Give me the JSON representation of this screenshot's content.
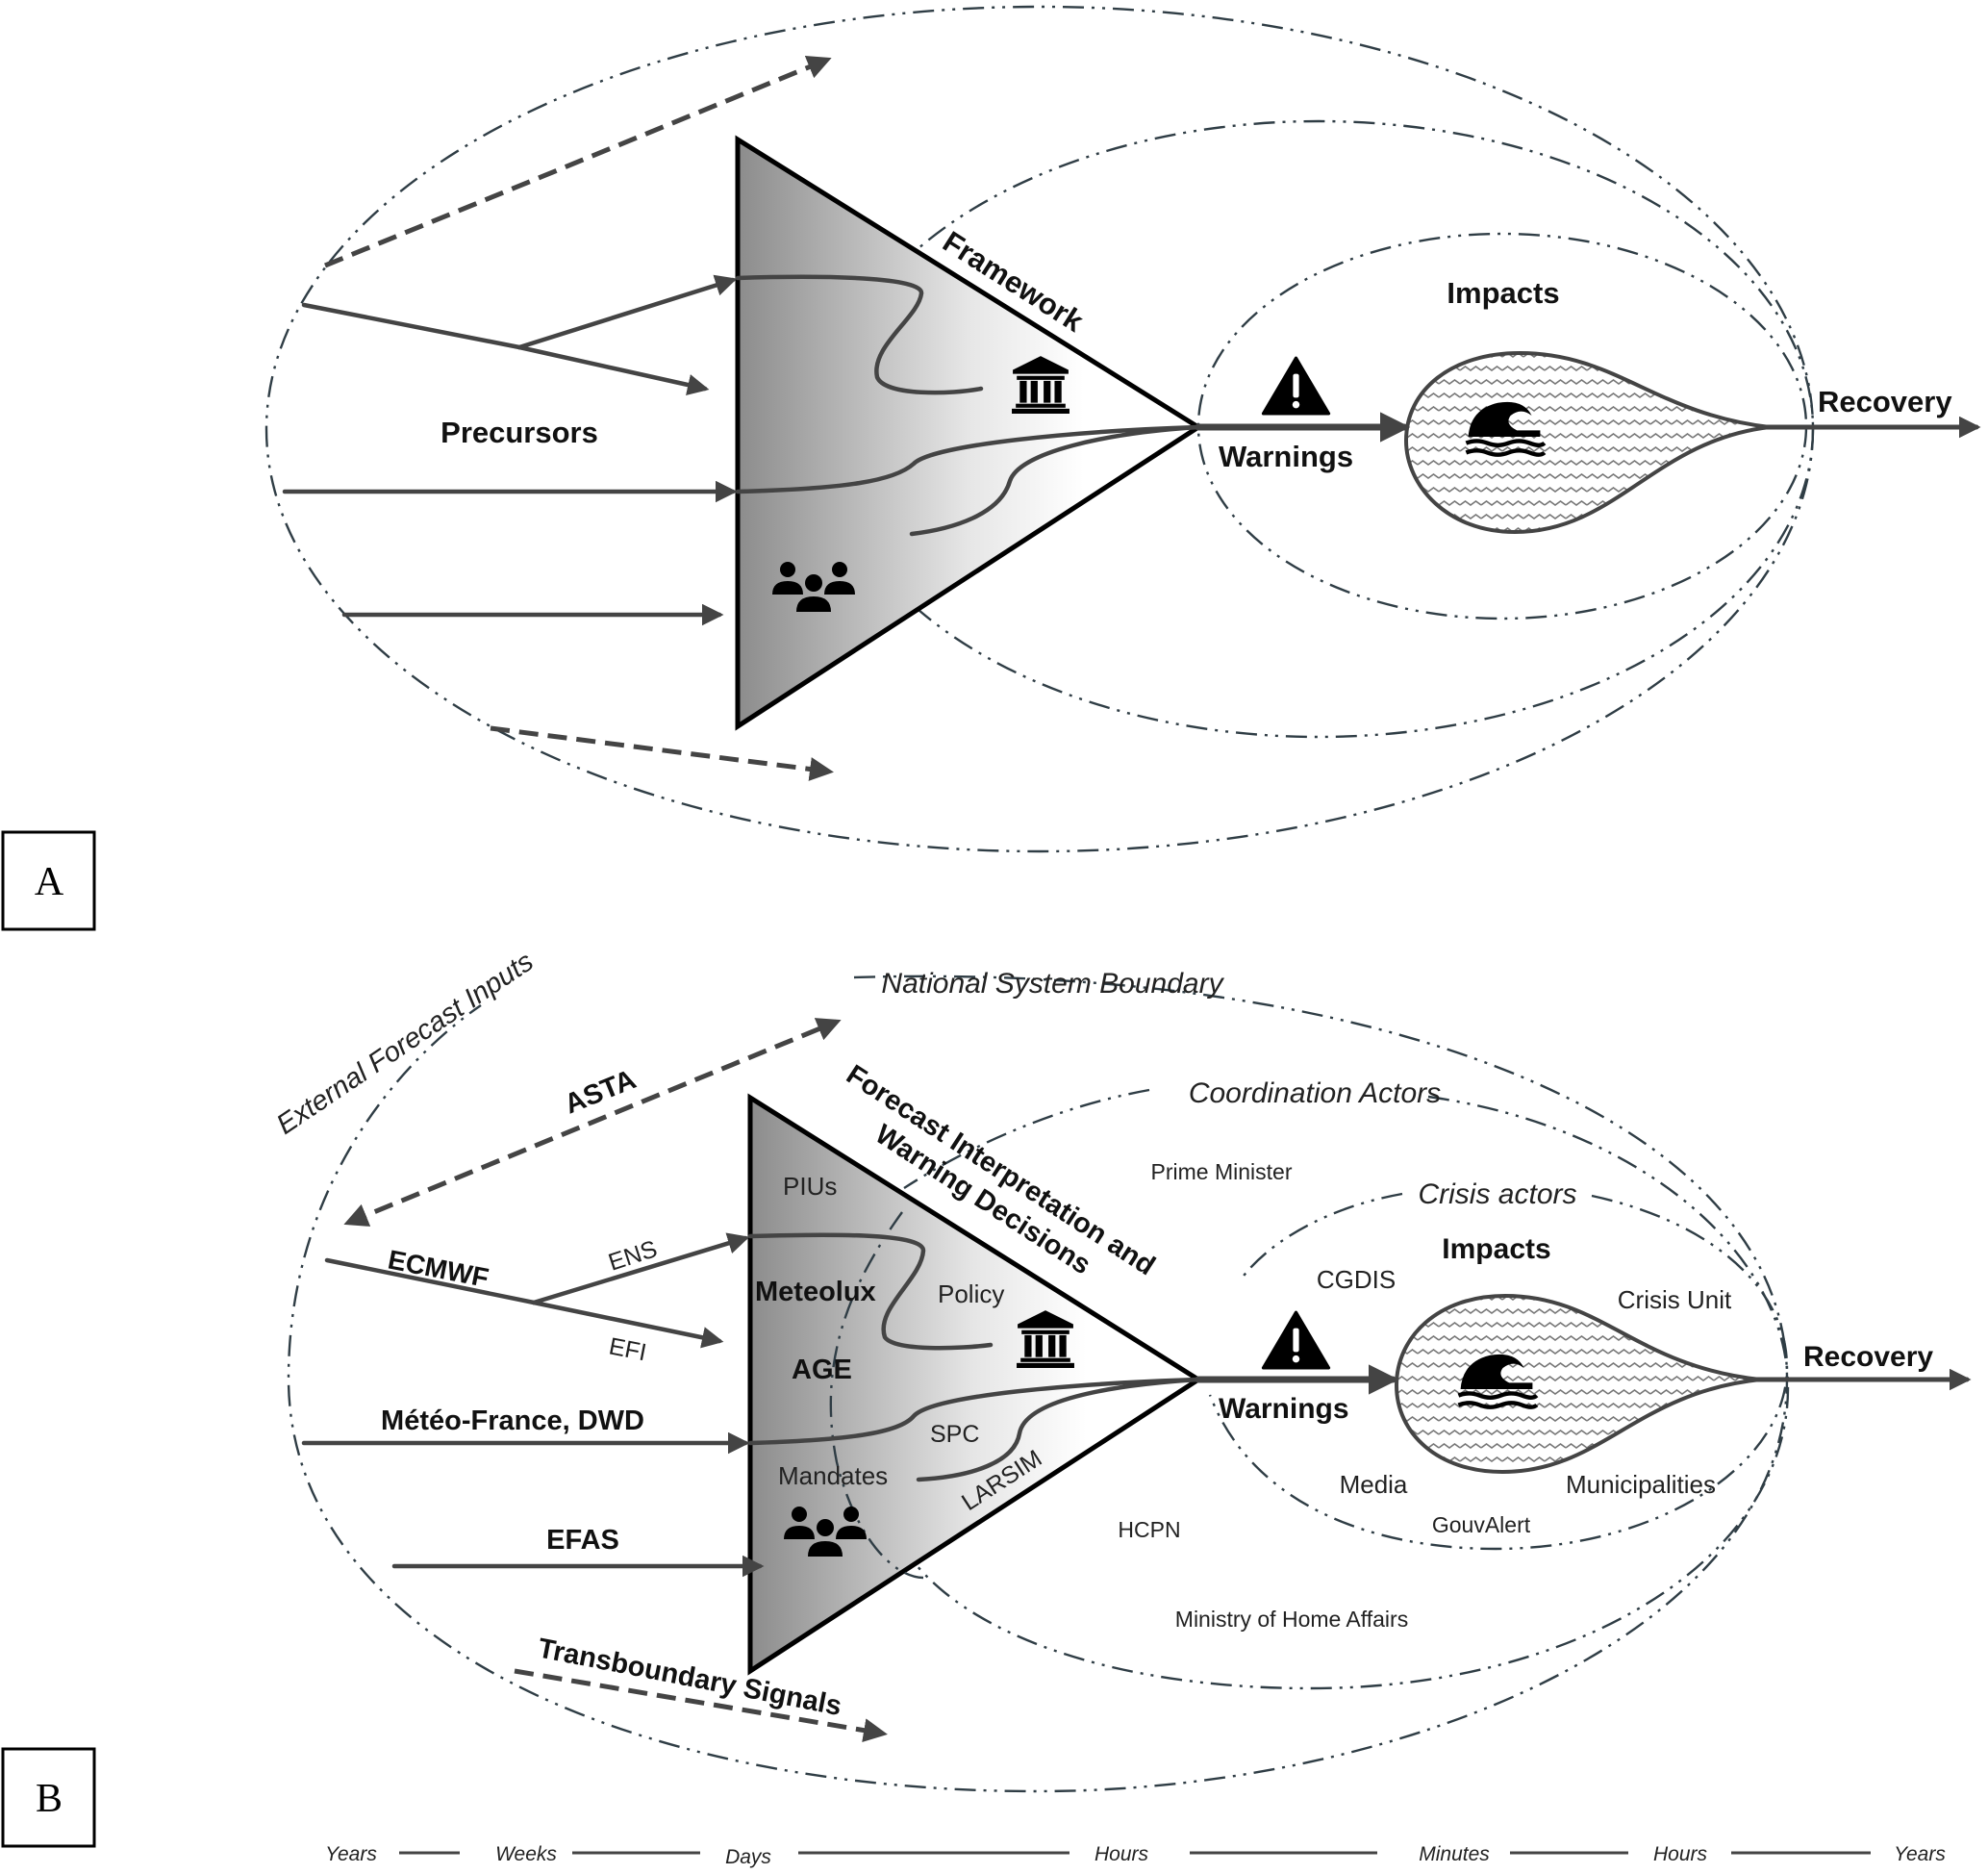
{
  "panel_a": {
    "label": "A",
    "precursors": "Precursors",
    "framework": "Framework",
    "warnings": "Warnings",
    "impacts": "Impacts",
    "recovery": "Recovery",
    "icons": [
      "institution-icon",
      "people-group-icon",
      "warning-triangle-icon",
      "flood-wave-icon"
    ]
  },
  "panel_b": {
    "label": "B",
    "boundaries": {
      "external": "External Forecast Inputs",
      "national": "National System Boundary",
      "coordination": "Coordination Actors",
      "crisis": "Crisis actors"
    },
    "inputs": {
      "asta": "ASTA",
      "ecmwf": "ECMWF",
      "ens": "ENS",
      "efi": "EFI",
      "meteo_france_dwd": "Météo-France, DWD",
      "efas": "EFAS",
      "transboundary": "Transboundary Signals"
    },
    "triangle": {
      "title_line1": "Forecast Interpretation and",
      "title_line2": "Warning Decisions",
      "pius": "PIUs",
      "meteolux": "Meteolux",
      "age": "AGE",
      "policy": "Policy",
      "spc": "SPC",
      "mandates": "Mandates",
      "larsim": "LARSIM"
    },
    "coordination_actors": {
      "prime_minister": "Prime Minister",
      "hcpn": "HCPN",
      "ministry": "Ministry of Home Affairs"
    },
    "crisis_actors": {
      "cgdis": "CGDIS",
      "crisis_unit": "Crisis Unit",
      "media": "Media",
      "gouvalert": "GouvAlert",
      "municipalities": "Municipalities"
    },
    "warnings": "Warnings",
    "impacts": "Impacts",
    "recovery": "Recovery"
  },
  "timeline": [
    "Years",
    "Weeks",
    "Days",
    "Hours",
    "Minutes",
    "Hours",
    "Years"
  ]
}
